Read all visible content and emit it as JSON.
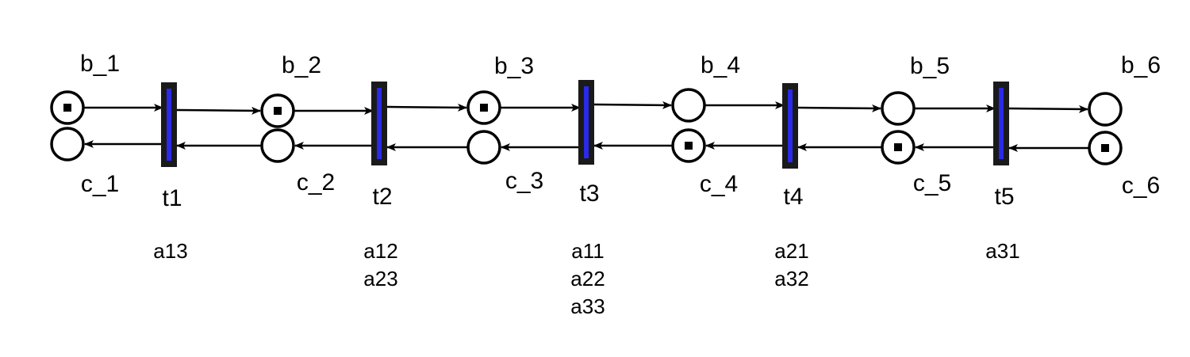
{
  "places_b": [
    {
      "label": "b_1",
      "marked": true
    },
    {
      "label": "b_2",
      "marked": true
    },
    {
      "label": "b_3",
      "marked": true
    },
    {
      "label": "b_4",
      "marked": false
    },
    {
      "label": "b_5",
      "marked": false
    },
    {
      "label": "b_6",
      "marked": false
    }
  ],
  "places_c": [
    {
      "label": "c_1",
      "marked": false
    },
    {
      "label": "c_2",
      "marked": false
    },
    {
      "label": "c_3",
      "marked": false
    },
    {
      "label": "c_4",
      "marked": true
    },
    {
      "label": "c_5",
      "marked": true
    },
    {
      "label": "c_6",
      "marked": true
    }
  ],
  "transitions": [
    {
      "label": "t1",
      "annotations": [
        "a13"
      ]
    },
    {
      "label": "t2",
      "annotations": [
        "a12",
        "a23"
      ]
    },
    {
      "label": "t3",
      "annotations": [
        "a11",
        "a22",
        "a33"
      ]
    },
    {
      "label": "t4",
      "annotations": [
        "a21",
        "a32"
      ]
    },
    {
      "label": "t5",
      "annotations": [
        "a31"
      ]
    }
  ],
  "colors": {
    "transition_fill": "#2a2ae8",
    "transition_border": "#1a1a1a",
    "stroke": "#000000"
  }
}
